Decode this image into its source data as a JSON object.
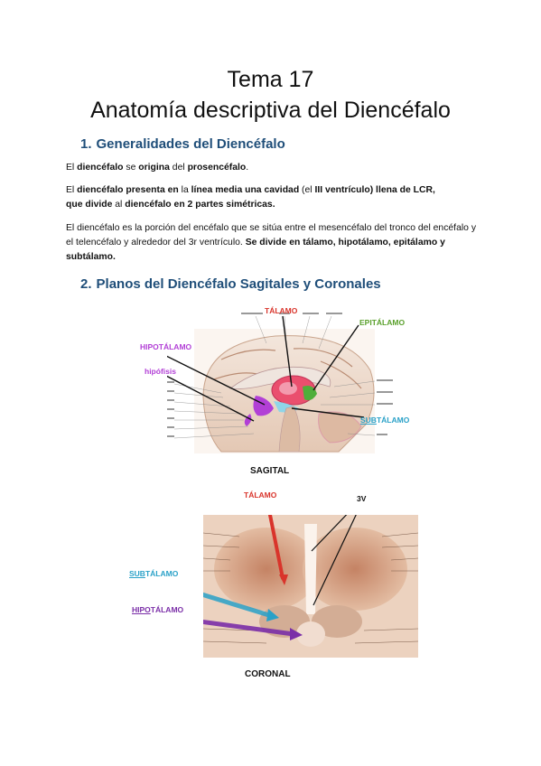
{
  "title": {
    "line1": "Tema 17",
    "line2": "Anatomía descriptiva del Diencéfalo"
  },
  "section1": {
    "number": "1.",
    "heading": "Generalidades del Diencéfalo",
    "p1": {
      "a": "El ",
      "b": "diencéfalo",
      "c": " se ",
      "d": "origina",
      "e": " del ",
      "f": "prosencéfalo",
      "g": "."
    },
    "p2": {
      "a": "El ",
      "b": "diencéfalo presenta en",
      "c": " la ",
      "d": "línea media una cavidad",
      "e": " (el ",
      "f": "III ventrículo)",
      "g": " llena de LCR,",
      "h": "que divide",
      "i": " al ",
      "j": "diencéfalo en 2 partes simétricas."
    },
    "p3": {
      "a": "El diencéfalo es la porción del encéfalo que se sitúa entre el mesencéfalo del tronco del encéfalo y el telencéfalo y alrededor del 3r ventrículo.  ",
      "b": "Se divide en tálamo, hipotálamo, epitálamo y subtálamo."
    }
  },
  "section2": {
    "number": "2.",
    "heading": "Planos del Diencéfalo Sagitales y Coronales"
  },
  "sagittal": {
    "caption": "SAGITAL",
    "labels": {
      "talamo": "TÁLAMO",
      "epitalamo": "EPITÁLAMO",
      "hipotalamo": "HIPOTÁLAMO",
      "hipofisis": "hipófisis",
      "subtalamo_a": "SUB",
      "subtalamo_b": "TÁLAMO"
    }
  },
  "coronal": {
    "caption": "CORONAL",
    "labels": {
      "talamo": "TÁLAMO",
      "v3": "3V",
      "subtalamo_a": "SUB",
      "subtalamo_b": "TÁLAMO",
      "hipotalamo_a": "HIPO",
      "hipotalamo_b": "TÁLAMO"
    }
  },
  "colors": {
    "heading": "#1f4e79",
    "talamo": "#d9342b",
    "epitalamo": "#5aa02c",
    "hipotalamo": "#b23fd6",
    "subtalamo": "#2aa1c8",
    "hipotalamo_coronal": "#7b2fa8"
  }
}
